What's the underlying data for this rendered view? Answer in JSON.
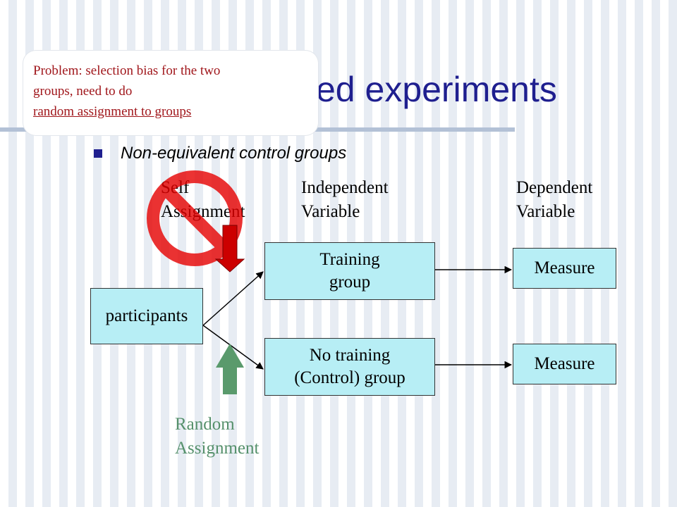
{
  "slide": {
    "title": "ed experiments",
    "bullet": "Non-equivalent control groups"
  },
  "callout": {
    "line1": "Problem: selection bias for the two",
    "line2": "groups, need to do",
    "link": "random assignment to groups"
  },
  "labels": {
    "self_assignment": [
      "Self",
      "Assignment"
    ],
    "independent_variable": [
      "Independent",
      "Variable"
    ],
    "dependent_variable": [
      "Dependent",
      "Variable"
    ],
    "random_assignment": [
      "Random",
      "Assignment"
    ]
  },
  "boxes": {
    "participants": "participants",
    "training_group": [
      "Training",
      "group"
    ],
    "control_group": [
      "No training",
      "(Control) group"
    ],
    "measure_1": "Measure",
    "measure_2": "Measure"
  },
  "colors": {
    "no_symbol": "#e60000",
    "self_arrow": "#cc0000",
    "random_arrow": "#5a9a6c",
    "box_fill": "#b7eef5"
  }
}
